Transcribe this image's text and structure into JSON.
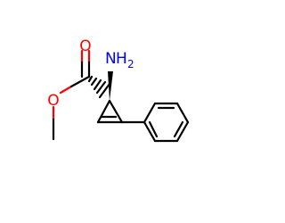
{
  "molecule": {
    "atoms": {
      "carbonyl_oxygen": {
        "symbol": "O"
      },
      "ester_oxygen": {
        "symbol": "O"
      },
      "amine": {
        "symbol": "N",
        "hydrogens": "H",
        "hydrogen_count": "2"
      }
    }
  },
  "colors": {
    "bond": "#000000",
    "oxygen": "#ff0000",
    "nitrogen": "#0000ff",
    "background": "#ffffff"
  }
}
